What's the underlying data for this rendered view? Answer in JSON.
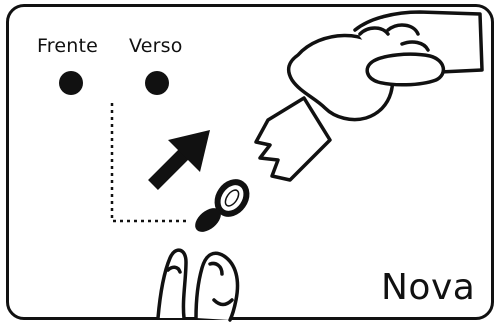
{
  "labels": {
    "front": "Frente",
    "back": "Verso",
    "new": "Nova"
  },
  "colors": {
    "ink": "#111111",
    "background": "#ffffff"
  },
  "icons": {
    "front-dot": "filled-circle",
    "back-dot": "filled-circle",
    "arrow": "thick-arrow-up-right",
    "dotted-guide": "dotted-l-connector",
    "old-part": "ring",
    "new-part": "oval",
    "tool-hand": "hand-holding-opener",
    "lower-hand": "hand-fingertips"
  }
}
